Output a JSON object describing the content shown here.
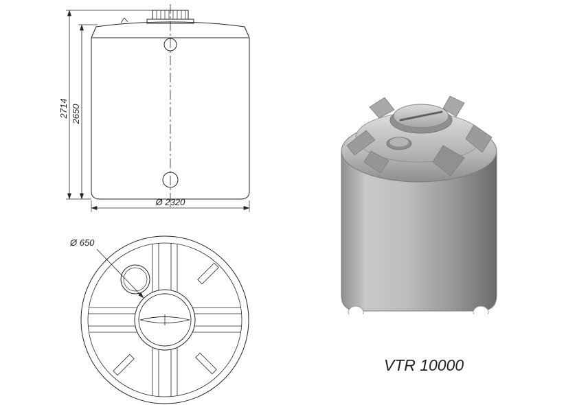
{
  "page": {
    "background": "#ffffff"
  },
  "drawing": {
    "front_view": {
      "dim_height_outer": "2714",
      "dim_height_inner": "2650",
      "dim_diameter": "Ø 2320"
    },
    "top_view": {
      "dim_diameter": "Ø 650"
    }
  },
  "model": {
    "label": "VTR 10000"
  },
  "colors": {
    "line": "#222222",
    "tank_light": "#c9c9c9",
    "tank_mid": "#989898",
    "tank_dark": "#6b6b6b",
    "rim_light": "#e2e2e2",
    "cap_light": "#dcdcdc"
  }
}
